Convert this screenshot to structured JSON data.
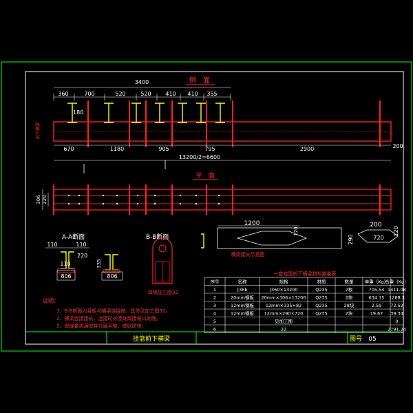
{
  "title_block": {
    "drawing_title": "挂篮前下横梁",
    "drawing_no_label": "图号",
    "drawing_no": "05"
  },
  "side_view": {
    "title": "侧　面",
    "total_dim": "3400",
    "top_dims": [
      "360",
      "700",
      "520",
      "520",
      "410",
      "410",
      "355"
    ],
    "bottom_dims": [
      "670",
      "1180",
      "905",
      "795",
      "2900",
      "200"
    ],
    "overall_dim": "13200/2=6600",
    "left_label": "前下横梁",
    "item_label": "180"
  },
  "plan_view": {
    "title": "平　面",
    "dim_outer": "306",
    "dim_inner": "220"
  },
  "detail": {
    "dim_top": "1200",
    "dim_mid": "120",
    "dim_side": "200",
    "dim_right": "120",
    "dim_h": "290",
    "dim_w": "720",
    "caption": "横梁接头示意图"
  },
  "section_a": {
    "title": "A-A断面",
    "dims": [
      "110",
      "110",
      "220",
      "110",
      "806"
    ]
  },
  "section_mid": {
    "dims": [
      "335",
      "806"
    ]
  },
  "section_b": {
    "title": "B-B断面",
    "caption": "耳板加工图32"
  },
  "notes": {
    "heading": "说明：",
    "items": [
      "1、B-B断面为耳板与横梁连接做，具体见加工图32。",
      "2、横梁连接接头，连接时对接处焊接坡口处理。",
      "3、焊缝要求满焊并打磨平整，做好防锈。"
    ]
  },
  "table": {
    "title": "一套挂篮前下横梁材料数量表",
    "headers": [
      "序号",
      "名称",
      "规格",
      "材质",
      "数量",
      "单重（Kg）",
      "合重（Kg）"
    ],
    "rows": [
      [
        "1",
        "[36b",
        "[360×13200",
        "Q235",
        "2根",
        "705.54",
        "1411.08"
      ],
      [
        "2",
        "20mm钢板",
        "20mm×306×13200",
        "Q235",
        "2块",
        "634.15",
        "1268.3"
      ],
      [
        "3",
        "12mm钢板",
        "12mm×335×82",
        "Q235",
        "28块",
        "2.59",
        "72.52"
      ],
      [
        "4",
        "12mm钢板",
        "12mm×290×720",
        "Q235",
        "2块",
        "19.67",
        "39.34"
      ],
      [
        "5",
        "",
        "见加工图",
        "",
        "",
        "",
        "0"
      ],
      [
        "6",
        "",
        "22",
        "",
        "",
        "",
        "2791.24"
      ]
    ]
  },
  "colors": {
    "frame": "#00ff00",
    "beam": "#ff2020",
    "text": "#ffffff",
    "accent": "#ffff00"
  }
}
